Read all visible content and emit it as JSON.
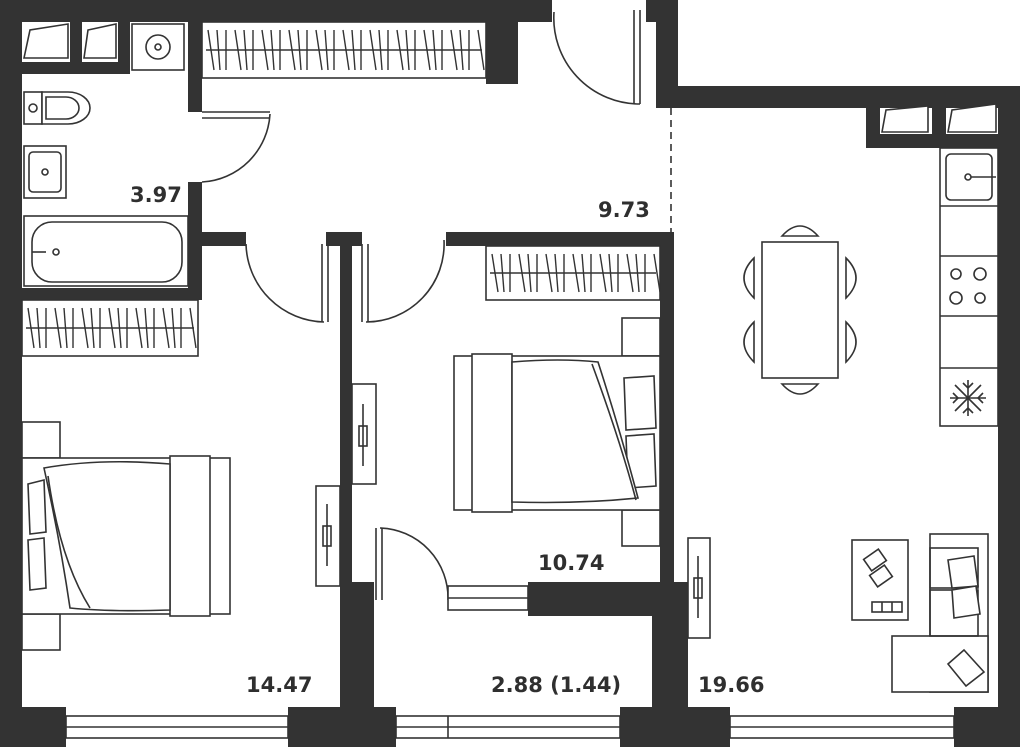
{
  "plan": {
    "rooms": [
      {
        "id": "bathroom",
        "area": "3.97"
      },
      {
        "id": "hallway",
        "area": "9.73"
      },
      {
        "id": "bedroom-small",
        "area": "10.74"
      },
      {
        "id": "bedroom-large",
        "area": "14.47"
      },
      {
        "id": "loggia",
        "area": "2.88 (1.44)"
      },
      {
        "id": "kitchen-living",
        "area": "19.66"
      }
    ],
    "fixtures": {
      "kitchen": [
        "sink-icon",
        "stove-icon",
        "fridge-snowflake-icon"
      ],
      "bathroom": [
        "toilet-icon",
        "washbasin-icon",
        "bathtub-icon",
        "washing-machine-icon"
      ],
      "furniture": [
        "double-bed-icon",
        "double-bed-icon",
        "dining-table-icon",
        "sofa-icon",
        "wardrobe-icon",
        "tv-stand-icon"
      ]
    },
    "colors": {
      "wall": "#333333",
      "line": "#333333",
      "background": "#ffffff"
    }
  }
}
